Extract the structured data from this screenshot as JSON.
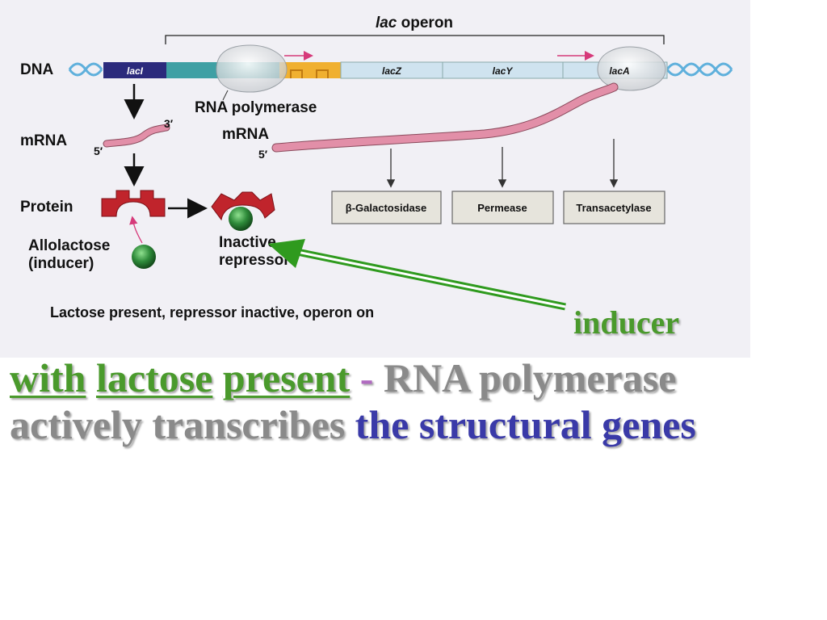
{
  "diagram": {
    "title_italic": "lac",
    "title_rest": " operon",
    "dna_label": "DNA",
    "mrna_label_left": "mRNA",
    "mrna_label_mid": "mRNA",
    "protein_label": "Protein",
    "allolactose_label": "Allolactose",
    "inducer_paren_label": "(inducer)",
    "inactive_label": "Inactive",
    "repressor_label": "repressor",
    "rna_polymerase_label": "RNA polymerase",
    "prime3": "3′",
    "prime5_left": "5′",
    "prime5_mid": "5′",
    "genes": {
      "laci": "lacI",
      "lacz": "lacZ",
      "lacy": "lacY",
      "laca": "lacA"
    },
    "enzymes": [
      "β-Galactosidase",
      "Permease",
      "Transacetylase"
    ],
    "figure_caption": "Lactose present, repressor inactive, operon on",
    "colors": {
      "repressor": "#c0242c",
      "inducer": "#2e8b3a",
      "mrna": "#e28fa8",
      "laci_box": "#2b2a7c",
      "teal_box": "#3fa0a4",
      "gene_box": "#cfe3ef",
      "operator": "#f0b030",
      "dna_helix": "#5fb0dc"
    }
  },
  "annotation": {
    "inducer_label": "inducer",
    "arrow_color": "#2f9a1e"
  },
  "caption": {
    "word_with": "with",
    "word_lactose": "lactose",
    "word_present": "present",
    "dash": "-",
    "gray_text": "RNA polymerase actively transcribes",
    "blue_text": "the structural genes"
  }
}
